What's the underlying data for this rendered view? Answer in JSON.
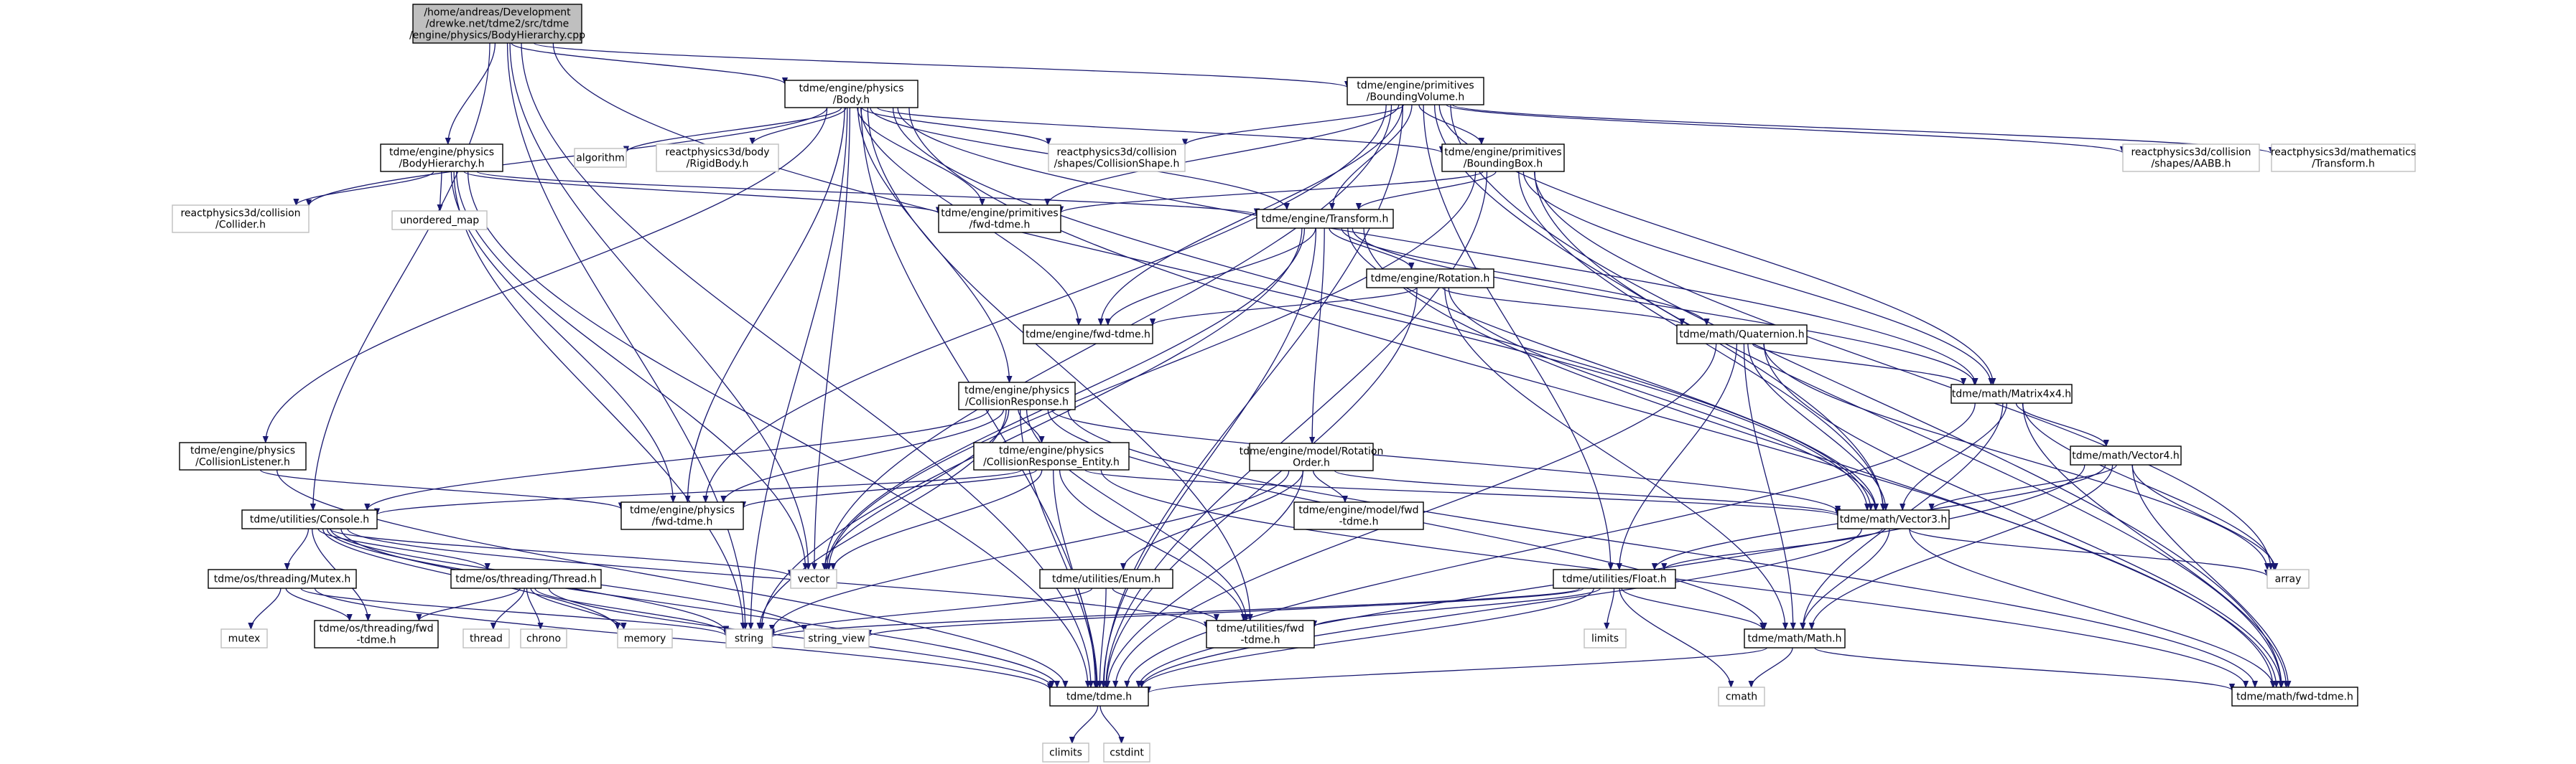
{
  "diagram": {
    "kind": "include-dependency-graph",
    "colors": {
      "edge": "#191970",
      "root_fill": "#bfbfbf",
      "node_fill": "#ffffff",
      "node_border": "#000000",
      "external_border": "#bfbfbf"
    },
    "nodes": [
      {
        "id": "root",
        "lines": [
          "/home/andreas/Development",
          "/drewke.net/tdme2/src/tdme",
          "/engine/physics/BodyHierarchy.cpp"
        ],
        "style": "root"
      },
      {
        "id": "body",
        "lines": [
          "tdme/engine/physics",
          "/Body.h"
        ],
        "style": "internal"
      },
      {
        "id": "bvol",
        "lines": [
          "tdme/engine/primitives",
          "/BoundingVolume.h"
        ],
        "style": "internal"
      },
      {
        "id": "bhier",
        "lines": [
          "tdme/engine/physics",
          "/BodyHierarchy.h"
        ],
        "style": "internal"
      },
      {
        "id": "algorithm",
        "lines": [
          "algorithm"
        ],
        "style": "external"
      },
      {
        "id": "rp3body",
        "lines": [
          "reactphysics3d/body",
          "/RigidBody.h"
        ],
        "style": "external"
      },
      {
        "id": "rp3cs",
        "lines": [
          "reactphysics3d/collision",
          "/shapes/CollisionShape.h"
        ],
        "style": "external"
      },
      {
        "id": "bbox",
        "lines": [
          "tdme/engine/primitives",
          "/BoundingBox.h"
        ],
        "style": "internal"
      },
      {
        "id": "rp3aabb",
        "lines": [
          "reactphysics3d/collision",
          "/shapes/AABB.h"
        ],
        "style": "external"
      },
      {
        "id": "rp3tr",
        "lines": [
          "reactphysics3d/mathematics",
          "/Transform.h"
        ],
        "style": "external"
      },
      {
        "id": "rp3col",
        "lines": [
          "reactphysics3d/collision",
          "/Collider.h"
        ],
        "style": "external"
      },
      {
        "id": "umap",
        "lines": [
          "unordered_map"
        ],
        "style": "external"
      },
      {
        "id": "primfwd",
        "lines": [
          "tdme/engine/primitives",
          "/fwd-tdme.h"
        ],
        "style": "internal"
      },
      {
        "id": "transform",
        "lines": [
          "tdme/engine/Transform.h"
        ],
        "style": "internal"
      },
      {
        "id": "rotation",
        "lines": [
          "tdme/engine/Rotation.h"
        ],
        "style": "internal"
      },
      {
        "id": "enginefwd",
        "lines": [
          "tdme/engine/fwd-tdme.h"
        ],
        "style": "internal"
      },
      {
        "id": "quat",
        "lines": [
          "tdme/math/Quaternion.h"
        ],
        "style": "internal"
      },
      {
        "id": "mat44",
        "lines": [
          "tdme/math/Matrix4x4.h"
        ],
        "style": "internal"
      },
      {
        "id": "collresp",
        "lines": [
          "tdme/engine/physics",
          "/CollisionResponse.h"
        ],
        "style": "internal"
      },
      {
        "id": "collrespent",
        "lines": [
          "tdme/engine/physics",
          "/CollisionResponse_Entity.h"
        ],
        "style": "internal"
      },
      {
        "id": "rotorder",
        "lines": [
          "tdme/engine/model/Rotation",
          "Order.h"
        ],
        "style": "internal"
      },
      {
        "id": "vec4",
        "lines": [
          "tdme/math/Vector4.h"
        ],
        "style": "internal"
      },
      {
        "id": "colllist",
        "lines": [
          "tdme/engine/physics",
          "/CollisionListener.h"
        ],
        "style": "internal"
      },
      {
        "id": "physfwd",
        "lines": [
          "tdme/engine/physics",
          "/fwd-tdme.h"
        ],
        "style": "internal"
      },
      {
        "id": "console",
        "lines": [
          "tdme/utilities/Console.h"
        ],
        "style": "internal"
      },
      {
        "id": "modelfwd",
        "lines": [
          "tdme/engine/model/fwd",
          "-tdme.h"
        ],
        "style": "internal"
      },
      {
        "id": "vec3",
        "lines": [
          "tdme/math/Vector3.h"
        ],
        "style": "internal"
      },
      {
        "id": "vector",
        "lines": [
          "vector"
        ],
        "style": "external"
      },
      {
        "id": "array",
        "lines": [
          "array"
        ],
        "style": "external"
      },
      {
        "id": "mutex_h",
        "lines": [
          "tdme/os/threading/Mutex.h"
        ],
        "style": "internal"
      },
      {
        "id": "thread_h",
        "lines": [
          "tdme/os/threading/Thread.h"
        ],
        "style": "internal"
      },
      {
        "id": "enum_h",
        "lines": [
          "tdme/utilities/Enum.h"
        ],
        "style": "internal"
      },
      {
        "id": "float_h",
        "lines": [
          "tdme/utilities/Float.h"
        ],
        "style": "internal"
      },
      {
        "id": "mutex",
        "lines": [
          "mutex"
        ],
        "style": "external"
      },
      {
        "id": "thrfwd",
        "lines": [
          "tdme/os/threading/fwd",
          "-tdme.h"
        ],
        "style": "internal"
      },
      {
        "id": "thread",
        "lines": [
          "thread"
        ],
        "style": "external"
      },
      {
        "id": "chrono",
        "lines": [
          "chrono"
        ],
        "style": "external"
      },
      {
        "id": "memory",
        "lines": [
          "memory"
        ],
        "style": "external"
      },
      {
        "id": "string",
        "lines": [
          "string"
        ],
        "style": "external"
      },
      {
        "id": "string_view",
        "lines": [
          "string_view"
        ],
        "style": "external"
      },
      {
        "id": "utilfwd",
        "lines": [
          "tdme/utilities/fwd",
          "-tdme.h"
        ],
        "style": "internal"
      },
      {
        "id": "limits",
        "lines": [
          "limits"
        ],
        "style": "external"
      },
      {
        "id": "math_h",
        "lines": [
          "tdme/math/Math.h"
        ],
        "style": "internal"
      },
      {
        "id": "cmath",
        "lines": [
          "cmath"
        ],
        "style": "external"
      },
      {
        "id": "tdme_h",
        "lines": [
          "tdme/tdme.h"
        ],
        "style": "internal"
      },
      {
        "id": "mathfwd",
        "lines": [
          "tdme/math/fwd-tdme.h"
        ],
        "style": "internal"
      },
      {
        "id": "climits",
        "lines": [
          "climits"
        ],
        "style": "external"
      },
      {
        "id": "cstdint",
        "lines": [
          "cstdint"
        ],
        "style": "external"
      }
    ],
    "edges": [
      [
        "root",
        "body"
      ],
      [
        "root",
        "bvol"
      ],
      [
        "root",
        "bhier"
      ],
      [
        "root",
        "console"
      ],
      [
        "root",
        "tdme_h"
      ],
      [
        "root",
        "vector"
      ],
      [
        "root",
        "string"
      ],
      [
        "root",
        "vec3"
      ],
      [
        "body",
        "algorithm"
      ],
      [
        "body",
        "rp3body"
      ],
      [
        "body",
        "rp3cs"
      ],
      [
        "body",
        "bbox"
      ],
      [
        "body",
        "rp3col"
      ],
      [
        "body",
        "primfwd"
      ],
      [
        "body",
        "transform"
      ],
      [
        "body",
        "enginefwd"
      ],
      [
        "body",
        "collresp"
      ],
      [
        "body",
        "colllist"
      ],
      [
        "body",
        "physfwd"
      ],
      [
        "body",
        "vec3"
      ],
      [
        "body",
        "mat44"
      ],
      [
        "body",
        "vector"
      ],
      [
        "body",
        "string"
      ],
      [
        "body",
        "utilfwd"
      ],
      [
        "body",
        "tdme_h"
      ],
      [
        "body",
        "mathfwd"
      ],
      [
        "bvol",
        "rp3aabb"
      ],
      [
        "bvol",
        "rp3tr"
      ],
      [
        "bvol",
        "rp3cs"
      ],
      [
        "bvol",
        "bbox"
      ],
      [
        "bvol",
        "primfwd"
      ],
      [
        "bvol",
        "transform"
      ],
      [
        "bvol",
        "enginefwd"
      ],
      [
        "bvol",
        "physfwd"
      ],
      [
        "bvol",
        "vec3"
      ],
      [
        "bvol",
        "mat44"
      ],
      [
        "bvol",
        "float_h"
      ],
      [
        "bvol",
        "tdme_h"
      ],
      [
        "bvol",
        "mathfwd"
      ],
      [
        "bvol",
        "vector"
      ],
      [
        "bhier",
        "rp3col"
      ],
      [
        "bhier",
        "umap"
      ],
      [
        "bhier",
        "primfwd"
      ],
      [
        "bhier",
        "transform"
      ],
      [
        "bhier",
        "physfwd"
      ],
      [
        "bhier",
        "vector"
      ],
      [
        "bhier",
        "string"
      ],
      [
        "bhier",
        "tdme_h"
      ],
      [
        "bbox",
        "primfwd"
      ],
      [
        "bbox",
        "transform"
      ],
      [
        "bbox",
        "vec3"
      ],
      [
        "bbox",
        "mat44"
      ],
      [
        "bbox",
        "array"
      ],
      [
        "bbox",
        "vector"
      ],
      [
        "bbox",
        "tdme_h"
      ],
      [
        "bbox",
        "mathfwd"
      ],
      [
        "transform",
        "rotation"
      ],
      [
        "transform",
        "enginefwd"
      ],
      [
        "transform",
        "quat"
      ],
      [
        "transform",
        "mat44"
      ],
      [
        "transform",
        "vec3"
      ],
      [
        "transform",
        "rotorder"
      ],
      [
        "transform",
        "vector"
      ],
      [
        "transform",
        "string"
      ],
      [
        "transform",
        "tdme_h"
      ],
      [
        "transform",
        "mathfwd"
      ],
      [
        "rotation",
        "enginefwd"
      ],
      [
        "rotation",
        "quat"
      ],
      [
        "rotation",
        "vec3"
      ],
      [
        "rotation",
        "math_h"
      ],
      [
        "rotation",
        "tdme_h"
      ],
      [
        "quat",
        "mat44"
      ],
      [
        "quat",
        "vec3"
      ],
      [
        "quat",
        "math_h"
      ],
      [
        "quat",
        "float_h"
      ],
      [
        "quat",
        "array"
      ],
      [
        "quat",
        "tdme_h"
      ],
      [
        "quat",
        "mathfwd"
      ],
      [
        "mat44",
        "vec3"
      ],
      [
        "mat44",
        "vec4"
      ],
      [
        "mat44",
        "math_h"
      ],
      [
        "mat44",
        "array"
      ],
      [
        "mat44",
        "mathfwd"
      ],
      [
        "mat44",
        "tdme_h"
      ],
      [
        "collresp",
        "collrespent"
      ],
      [
        "collresp",
        "physfwd"
      ],
      [
        "collresp",
        "console"
      ],
      [
        "collresp",
        "vec3"
      ],
      [
        "collresp",
        "vector"
      ],
      [
        "collresp",
        "string"
      ],
      [
        "collresp",
        "utilfwd"
      ],
      [
        "collresp",
        "tdme_h"
      ],
      [
        "collresp",
        "math_h"
      ],
      [
        "collresp",
        "mathfwd"
      ],
      [
        "collrespent",
        "physfwd"
      ],
      [
        "collrespent",
        "console"
      ],
      [
        "collrespent",
        "vec3"
      ],
      [
        "collrespent",
        "vector"
      ],
      [
        "collrespent",
        "utilfwd"
      ],
      [
        "collrespent",
        "tdme_h"
      ],
      [
        "collrespent",
        "mathfwd"
      ],
      [
        "rotorder",
        "modelfwd"
      ],
      [
        "rotorder",
        "vec3"
      ],
      [
        "rotorder",
        "enum_h"
      ],
      [
        "rotorder",
        "string"
      ],
      [
        "rotorder",
        "tdme_h"
      ],
      [
        "vec4",
        "vec3"
      ],
      [
        "vec4",
        "array"
      ],
      [
        "vec4",
        "float_h"
      ],
      [
        "vec4",
        "math_h"
      ],
      [
        "vec4",
        "mathfwd"
      ],
      [
        "vec4",
        "tdme_h"
      ],
      [
        "colllist",
        "physfwd"
      ],
      [
        "colllist",
        "tdme_h"
      ],
      [
        "console",
        "mutex_h"
      ],
      [
        "console",
        "thread_h"
      ],
      [
        "console",
        "thrfwd"
      ],
      [
        "console",
        "memory"
      ],
      [
        "console",
        "string"
      ],
      [
        "console",
        "string_view"
      ],
      [
        "console",
        "vector"
      ],
      [
        "console",
        "utilfwd"
      ],
      [
        "console",
        "tdme_h"
      ],
      [
        "vec3",
        "array"
      ],
      [
        "vec3",
        "float_h"
      ],
      [
        "vec3",
        "math_h"
      ],
      [
        "vec3",
        "mathfwd"
      ],
      [
        "vec3",
        "tdme_h"
      ],
      [
        "mutex_h",
        "mutex"
      ],
      [
        "mutex_h",
        "thrfwd"
      ],
      [
        "mutex_h",
        "string"
      ],
      [
        "mutex_h",
        "tdme_h"
      ],
      [
        "thread_h",
        "thrfwd"
      ],
      [
        "thread_h",
        "thread"
      ],
      [
        "thread_h",
        "chrono"
      ],
      [
        "thread_h",
        "memory"
      ],
      [
        "thread_h",
        "string"
      ],
      [
        "thread_h",
        "tdme_h"
      ],
      [
        "enum_h",
        "string"
      ],
      [
        "enum_h",
        "utilfwd"
      ],
      [
        "enum_h",
        "tdme_h"
      ],
      [
        "float_h",
        "limits"
      ],
      [
        "float_h",
        "string"
      ],
      [
        "float_h",
        "string_view"
      ],
      [
        "float_h",
        "utilfwd"
      ],
      [
        "float_h",
        "math_h"
      ],
      [
        "float_h",
        "cmath"
      ],
      [
        "float_h",
        "tdme_h"
      ],
      [
        "math_h",
        "cmath"
      ],
      [
        "math_h",
        "tdme_h"
      ],
      [
        "math_h",
        "mathfwd"
      ],
      [
        "tdme_h",
        "climits"
      ],
      [
        "tdme_h",
        "cstdint"
      ]
    ]
  }
}
